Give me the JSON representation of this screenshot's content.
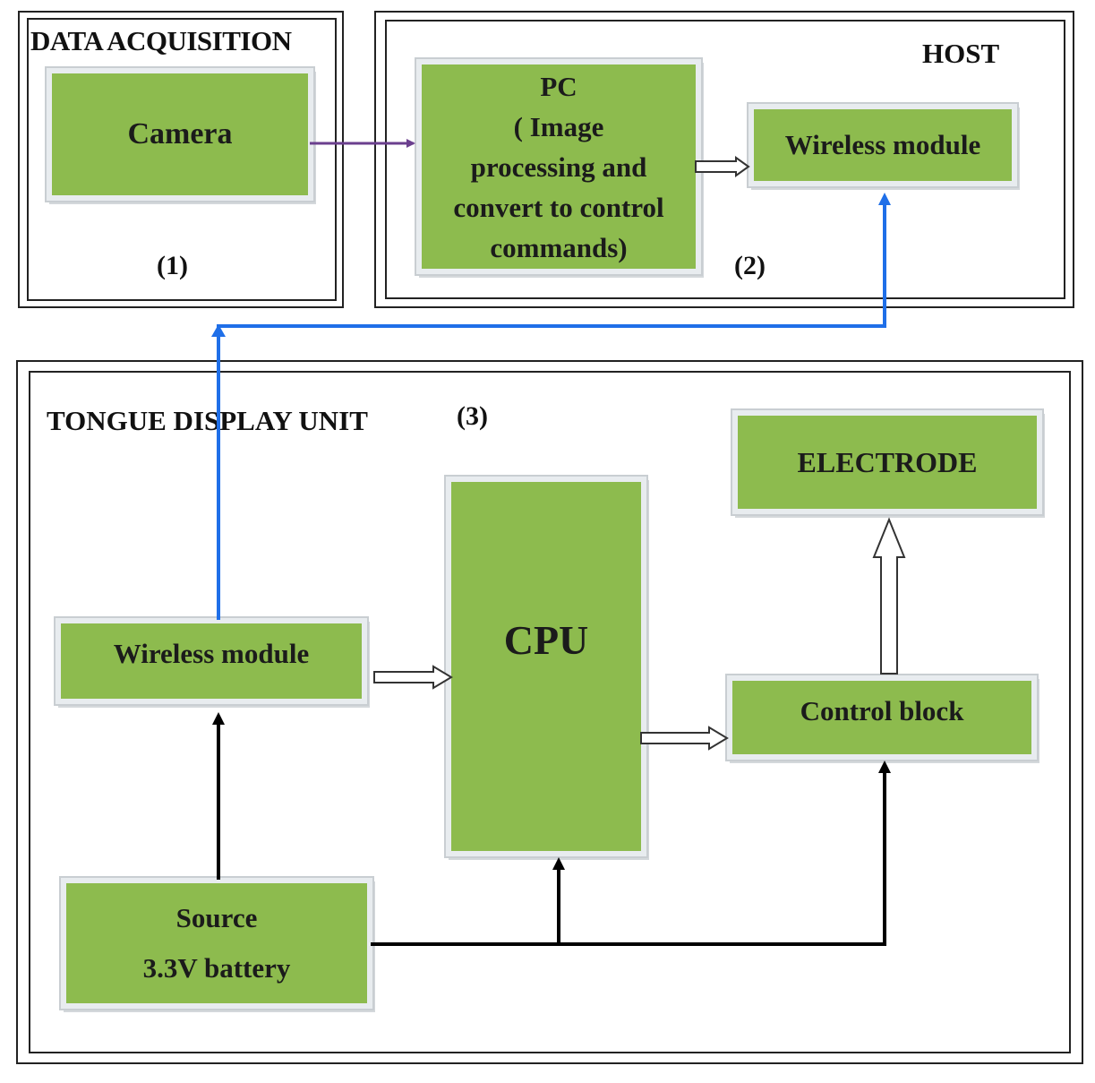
{
  "groups": {
    "data_acquisition": {
      "title": "DATA ACQUISITION",
      "number": "(1)"
    },
    "host": {
      "title": "HOST",
      "number": "(2)"
    },
    "tongue_display_unit": {
      "title": "TONGUE DISPLAY UNIT",
      "number": "(3)"
    }
  },
  "blocks": {
    "camera": "Camera",
    "pc": [
      "PC",
      "( Image",
      "processing and",
      "convert to control",
      "commands)"
    ],
    "host_wireless": "Wireless module",
    "tdu_wireless": "Wireless module",
    "cpu": "CPU",
    "control_block": "Control block",
    "electrode": "ELECTRODE",
    "source": [
      "Source",
      "3.3V battery"
    ]
  },
  "colors": {
    "block_fill": "#8dbb4e",
    "camera_arrow": "#6b3f8e",
    "wireless_link": "#1f6fe8",
    "power_line": "#000000"
  }
}
